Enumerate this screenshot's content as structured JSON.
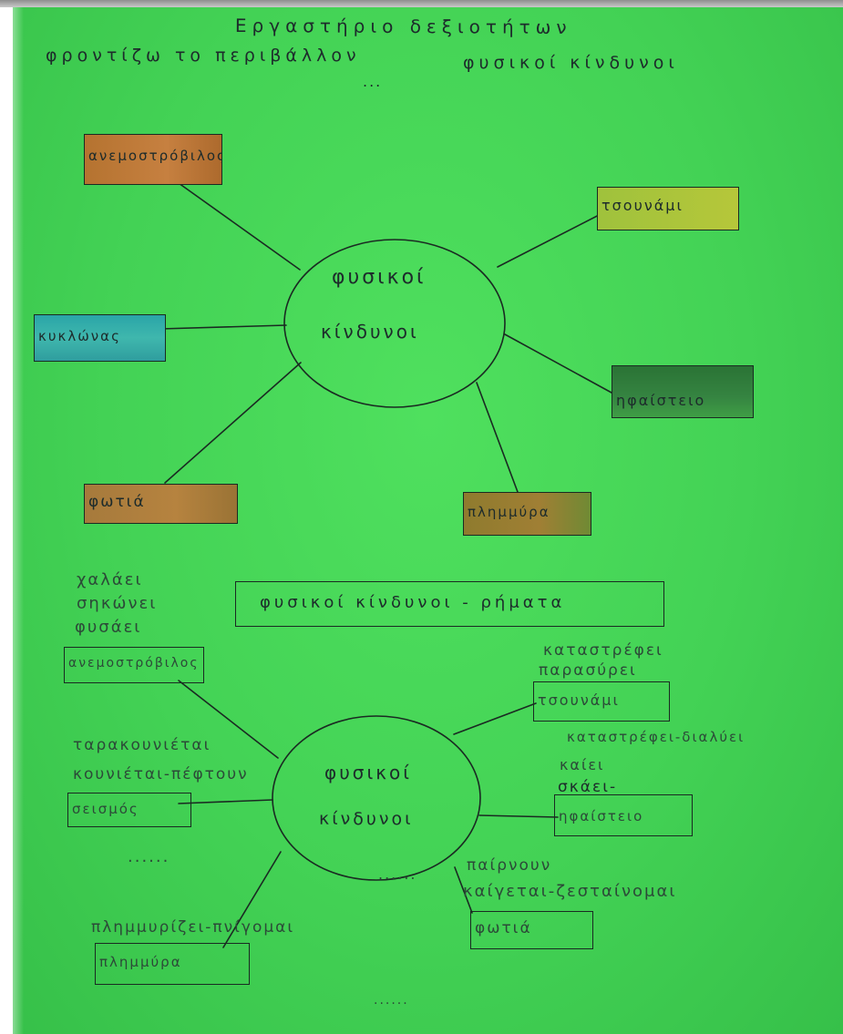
{
  "header": {
    "title_line1": "Εργαστήριο δεξιοτήτων",
    "title_line2_left": "φροντίζω το περιβάλλον",
    "title_line2_right": "φυσικοί κίνδυνοι",
    "title_dash": "..."
  },
  "diagram1": {
    "center": {
      "line1": "φυσικοί",
      "line2": "κίνδυνοι"
    },
    "nodes": {
      "windstorm": "ανεμοστρόβιλος",
      "tsunami": "τσουνάμι",
      "cyclone": "κυκλώνας",
      "volcano": "ηφαίστειο",
      "fire": "φωτιά",
      "flood": "πλημμύρα"
    },
    "fill_colors": {
      "windstorm": "#b8762f",
      "tsunami": "#a8c43a",
      "cyclone": "#38a6a6",
      "volcano": "#2f7a3a",
      "fire": "#b8853a",
      "flood": "#9c7d2f"
    }
  },
  "diagram2": {
    "title": "φυσικοί κίνδυνοι - ρήματα",
    "center": {
      "line1": "φυσικοί",
      "line2": "κίνδυνοι"
    },
    "windstorm_verbs": [
      "χαλάει",
      "σηκώνει",
      "φυσάει"
    ],
    "windstorm_box": "ανεμοστρόβιλος",
    "tsunami_verbs": [
      "καταστρέφει",
      "παρασύρει"
    ],
    "tsunami_box": "τσουνάμι",
    "earthquake_verbs": [
      "ταρακουνιέται",
      "κουνιέται-πέφτουν"
    ],
    "earthquake_box": "σεισμός",
    "volcano_verbs": [
      "καταστρέφει-διαλύει",
      "καίει",
      "σκάει-"
    ],
    "volcano_box": "ηφαίστειο",
    "fire_verbs": [
      "παίρνουν",
      "καίγεται-ζεσταίνομαι"
    ],
    "fire_box": "φωτιά",
    "flood_verbs": [
      "πλημμυρίζει-πνίγομαι"
    ],
    "flood_box": "πλημμύρα",
    "dots": "......"
  }
}
